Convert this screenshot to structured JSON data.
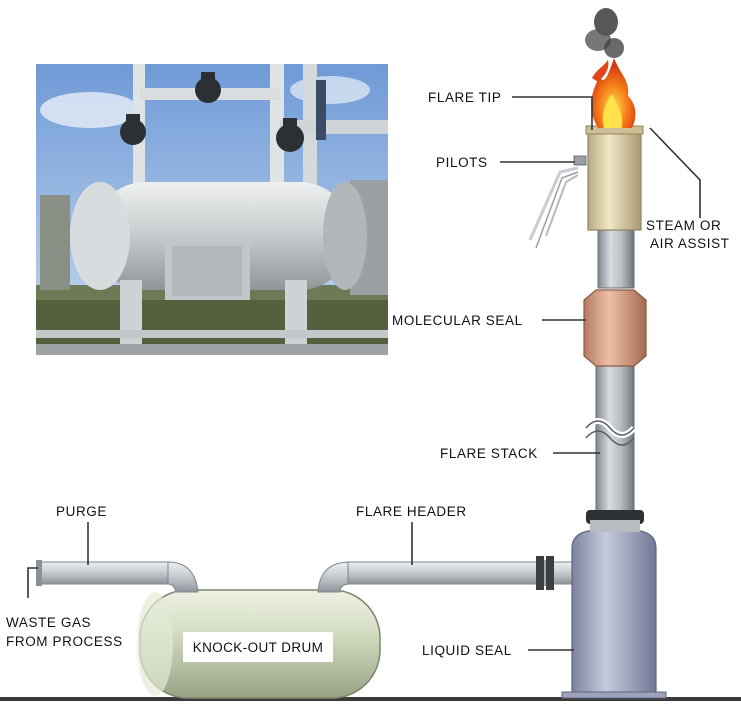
{
  "labels": {
    "flare_tip": "FLARE TIP",
    "pilots": "PILOTS",
    "steam_line1": "STEAM OR",
    "steam_line2": "AIR ASSIST",
    "molecular_seal": "MOLECULAR SEAL",
    "flare_stack": "FLARE STACK",
    "flare_header": "FLARE HEADER",
    "purge": "PURGE",
    "waste_line1": "WASTE GAS",
    "waste_line2": "FROM PROCESS",
    "knock_out_drum": "KNOCK-OUT DRUM",
    "liquid_seal": "LIQUID SEAL"
  },
  "colors": {
    "pipe": "#c8cccf",
    "stack": "#a9afb5",
    "tip": "#e4d8b0",
    "molecular_seal": "#d9a58b",
    "drum": "#d3dcc1",
    "liquid_seal": "#aeb3cc",
    "flame": "#f07a1a"
  }
}
